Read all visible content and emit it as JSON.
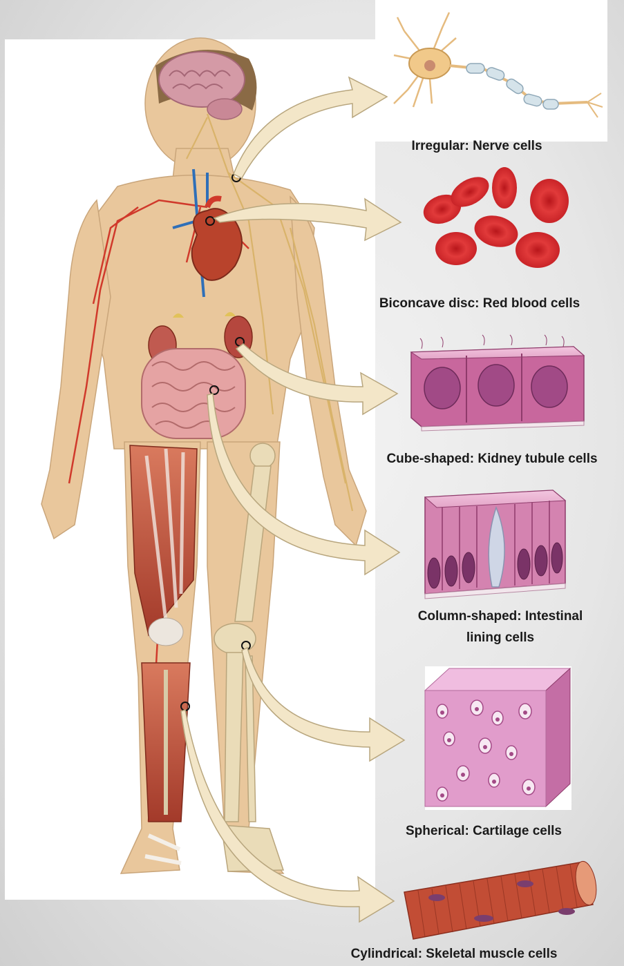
{
  "labels": {
    "nerve": "Irregular: Nerve cells",
    "rbc": "Biconcave disc: Red blood cells",
    "kidney": "Cube-shaped: Kidney tubule cells",
    "intestine_line1": "Column-shaped: Intestinal",
    "intestine_line2": "lining cells",
    "cartilage": "Spherical: Cartilage cells",
    "muscle": "Cylindrical: Skeletal muscle cells"
  },
  "colors": {
    "skin": "#e9c79c",
    "artery": "#d0392b",
    "vein": "#2f6fb8",
    "nerve": "#d9b36a",
    "arrow_fill": "#f3e6c8",
    "arrow_stroke": "#b8a67e",
    "muscle": "#b44a3c",
    "bone": "#eadcb8",
    "rbc": "#d9262a",
    "epithelium": "#c9679d",
    "cartilage": "#dd93c2"
  }
}
